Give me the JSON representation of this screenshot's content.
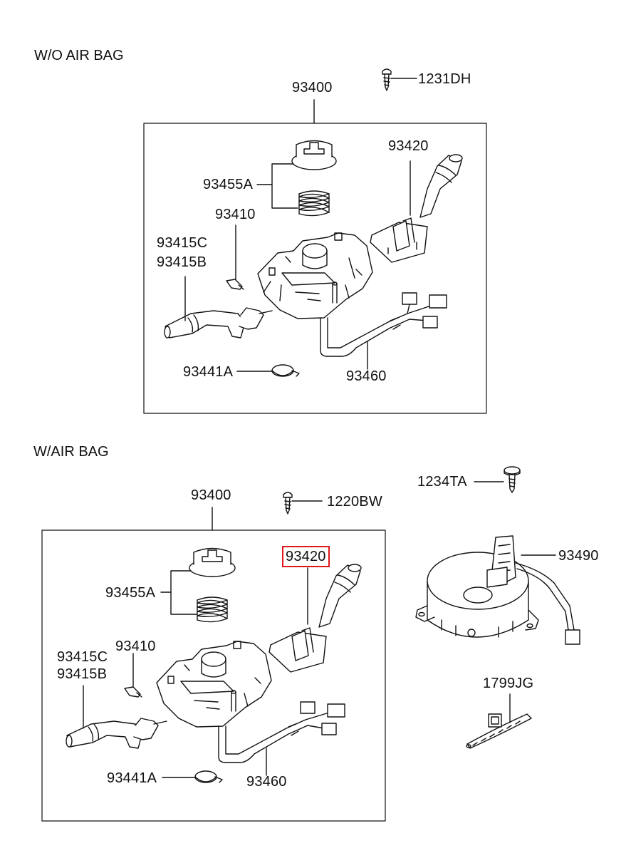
{
  "sections": {
    "without_airbag": {
      "title": "W/O AIR BAG",
      "parts": {
        "assembly": "93400",
        "screw": "1231DH",
        "lever_right": "93420",
        "cam_spring": "93455A",
        "bolt": "93410",
        "lever_left_c": "93415C",
        "lever_left_b": "93415B",
        "clamp": "93441A",
        "harness": "93460"
      }
    },
    "with_airbag": {
      "title": "W/AIR BAG",
      "parts": {
        "assembly": "93400",
        "screw": "1220BW",
        "lever_right": "93420",
        "cam_spring": "93455A",
        "bolt": "93410",
        "lever_left_c": "93415C",
        "lever_left_b": "93415B",
        "clamp": "93441A",
        "harness": "93460",
        "screw_ta": "1234TA",
        "clock_spring": "93490",
        "tie": "1799JG"
      }
    }
  },
  "highlight_color": "#e0161b"
}
